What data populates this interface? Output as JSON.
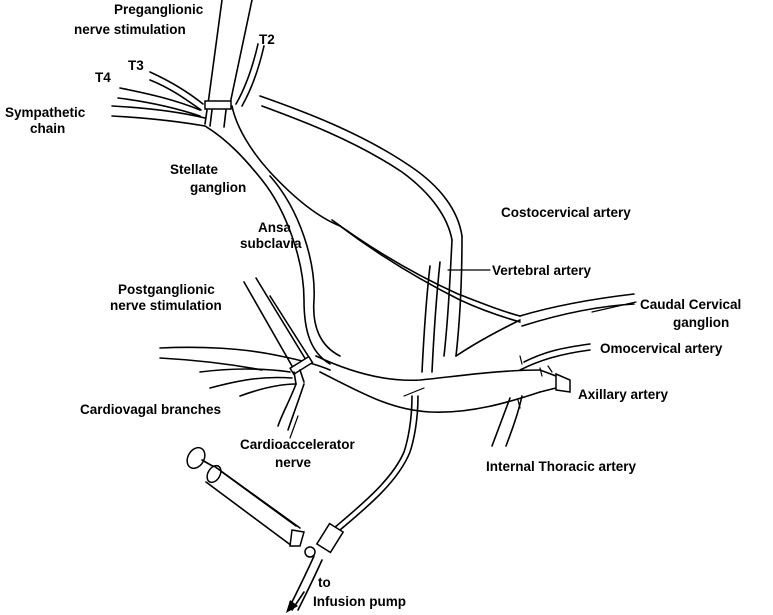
{
  "labels": {
    "preganglionic_line1": "Preganglionic",
    "preganglionic_line2": "nerve stimulation",
    "t2": "T2",
    "t3": "T3",
    "t4": "T4",
    "sympathetic_line1": "Sympathetic",
    "sympathetic_line2": "chain",
    "stellate_line1": "Stellate",
    "stellate_line2": "ganglion",
    "ansa_line1": "Ansa",
    "ansa_line2": "subclavia",
    "costocervical": "Costocervical artery",
    "vertebral": "Vertebral artery",
    "postganglionic_line1": "Postganglionic",
    "postganglionic_line2": "nerve stimulation",
    "caudal_line1": "Caudal Cervical",
    "caudal_line2": "ganglion",
    "omocervical": "Omocervical artery",
    "axillary": "Axillary artery",
    "cardiovagal": "Cardiovagal branches",
    "cardioaccelerator_line1": "Cardioaccelerator",
    "cardioaccelerator_line2": "nerve",
    "internal_thoracic": "Internal Thoracic artery",
    "to": "to",
    "infusion_pump": "Infusion pump"
  }
}
